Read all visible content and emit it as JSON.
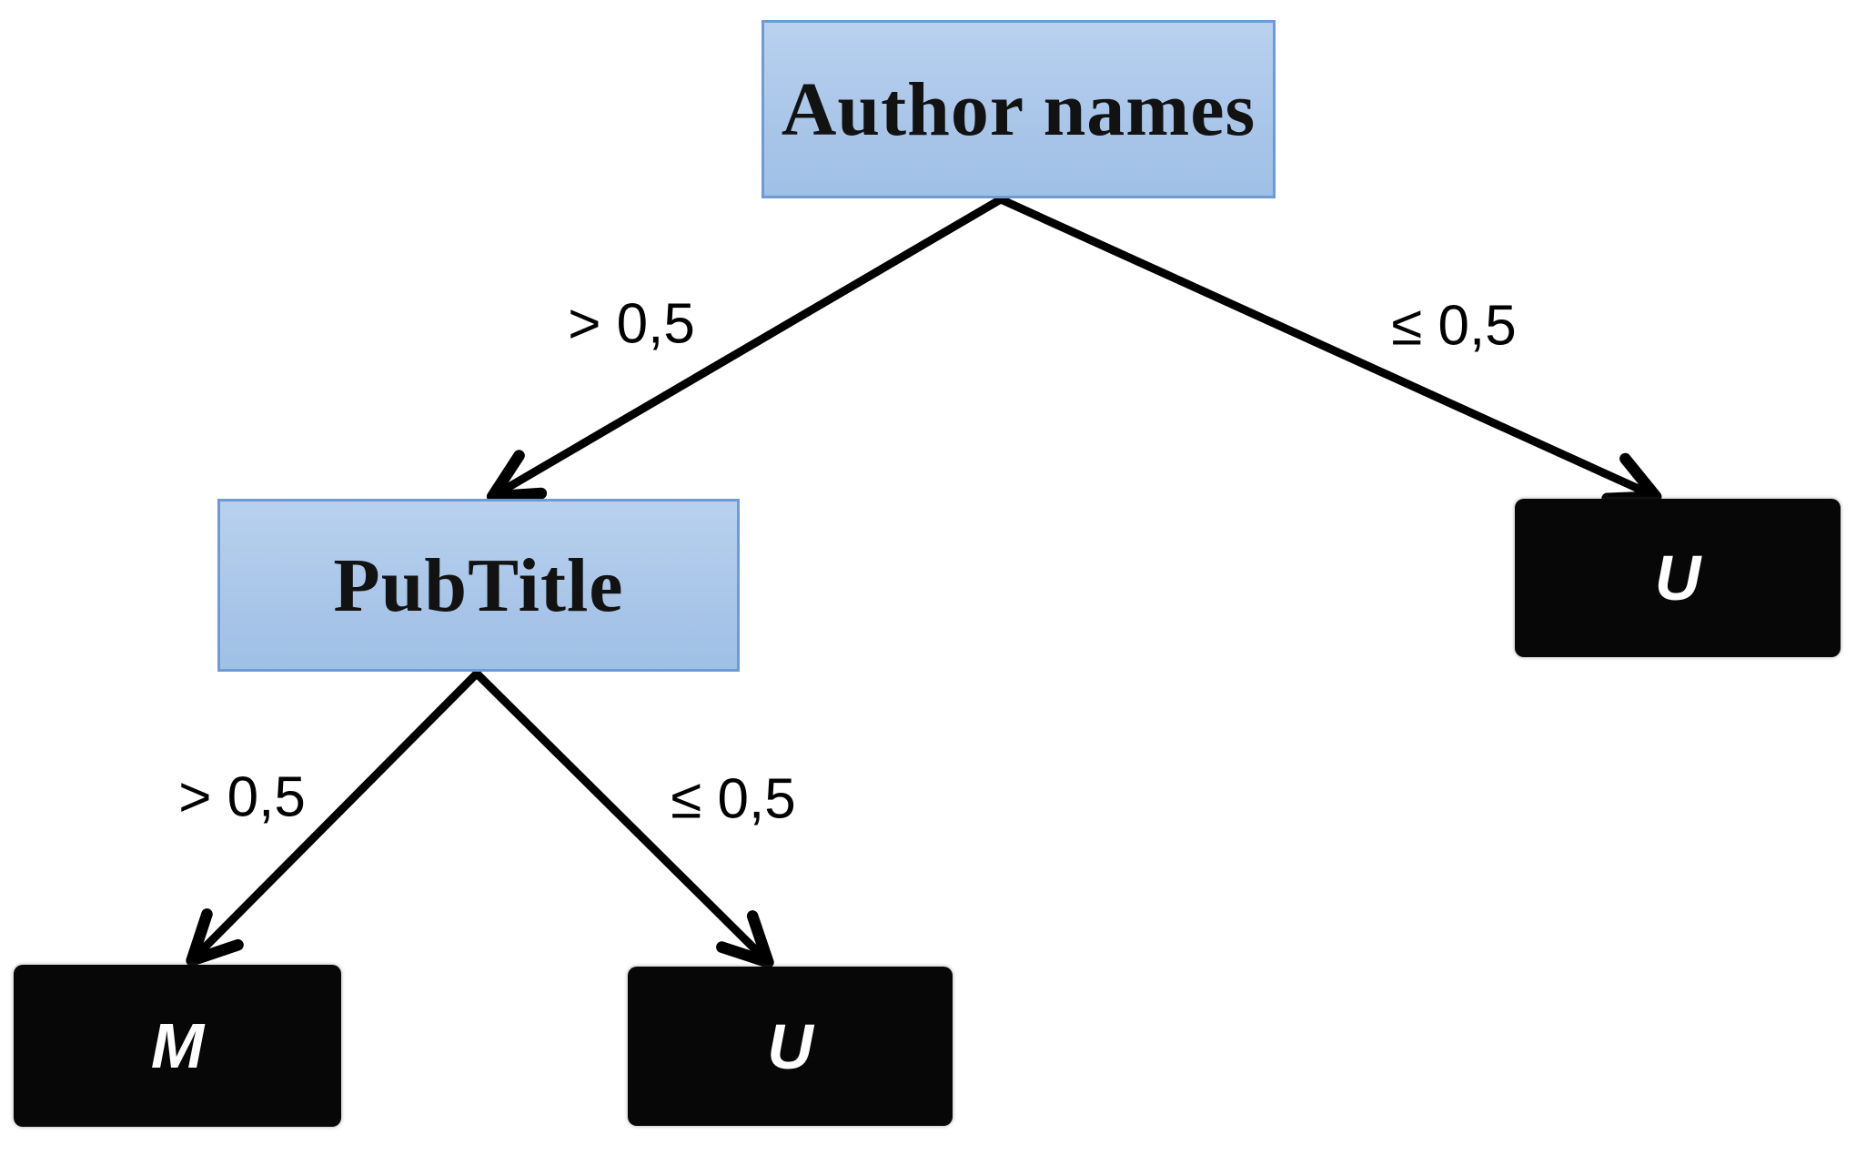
{
  "figure": {
    "type": "decision-tree",
    "nodes": {
      "root": {
        "label": "Author names",
        "kind": "decision"
      },
      "pubtitle": {
        "label": "PubTitle",
        "kind": "decision"
      },
      "leaf_right": {
        "label": "U",
        "kind": "leaf"
      },
      "leaf_left": {
        "label": "M",
        "kind": "leaf"
      },
      "leaf_mid": {
        "label": "U",
        "kind": "leaf"
      }
    },
    "edges": {
      "root_to_pubtitle": {
        "from": "root",
        "to": "leaf_pubtitle",
        "label": "> 0,5"
      },
      "root_to_right_u": {
        "from": "root",
        "to": "leaf_right",
        "label": "≤ 0,5"
      },
      "pub_to_m": {
        "from": "pubtitle",
        "to": "leaf_left",
        "label": "> 0,5"
      },
      "pub_to_mid_u": {
        "from": "pubtitle",
        "to": "leaf_mid",
        "label": "≤ 0,5"
      }
    },
    "colors": {
      "decision_fill_top": "#b9d1ef",
      "decision_fill_mid": "#aac6e9",
      "decision_fill_bottom": "#9fc0e5",
      "decision_border": "#6d9cd3",
      "decision_text": "#121212",
      "leaf_fill": "#070707",
      "leaf_text": "#ffffff",
      "edge_stroke": "#000000"
    }
  }
}
